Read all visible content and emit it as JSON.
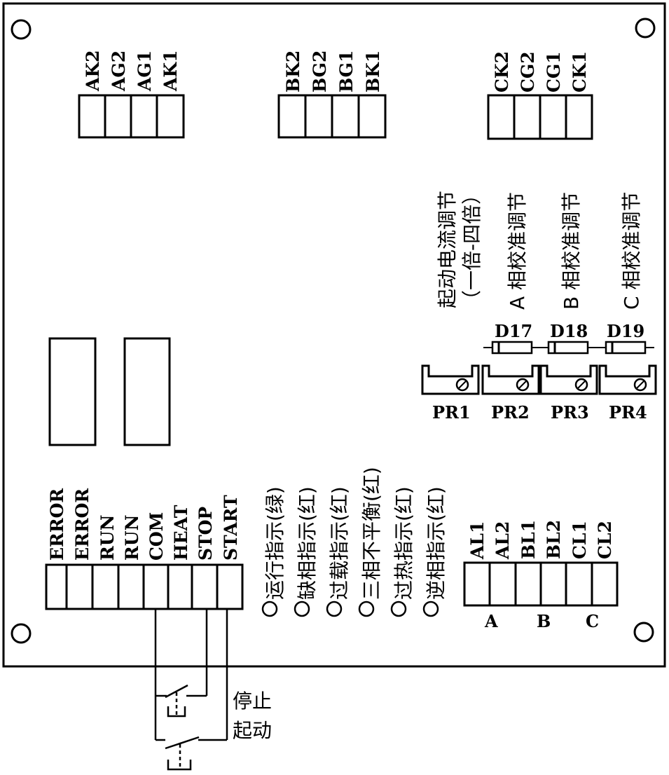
{
  "terminals_top": {
    "a": [
      "AK2",
      "AG2",
      "AG1",
      "AK1"
    ],
    "b": [
      "BK2",
      "BG2",
      "BG1",
      "BK1"
    ],
    "c": [
      "CK2",
      "CG2",
      "CG1",
      "CK1"
    ]
  },
  "adjust_labels": {
    "pr1_line1": "起动电流调节",
    "pr1_line2": "（一倍-四倍）",
    "a": "A 相校准调节",
    "b": "B 相校准调节",
    "c": "C 相校准调节"
  },
  "diodes": [
    "D17",
    "D18",
    "D19"
  ],
  "potentiometers": [
    "PR1",
    "PR2",
    "PR3",
    "PR4"
  ],
  "terminals_bottom_left": [
    "ERROR",
    "ERROR",
    "RUN",
    "RUN",
    "COM",
    "HEAT",
    "STOP",
    "START"
  ],
  "indicators": [
    "运行指示(绿)",
    "缺相指示(红)",
    "过载指示(红)",
    "三相不平衡(红)",
    "过热指示(红)",
    "逆相指示(红)"
  ],
  "terminals_bottom_right": [
    "AL1",
    "AL2",
    "BL1",
    "BL2",
    "CL1",
    "CL2"
  ],
  "phase_labels": [
    "A",
    "B",
    "C"
  ],
  "switch_labels": {
    "stop": "停止",
    "start": "起动"
  }
}
